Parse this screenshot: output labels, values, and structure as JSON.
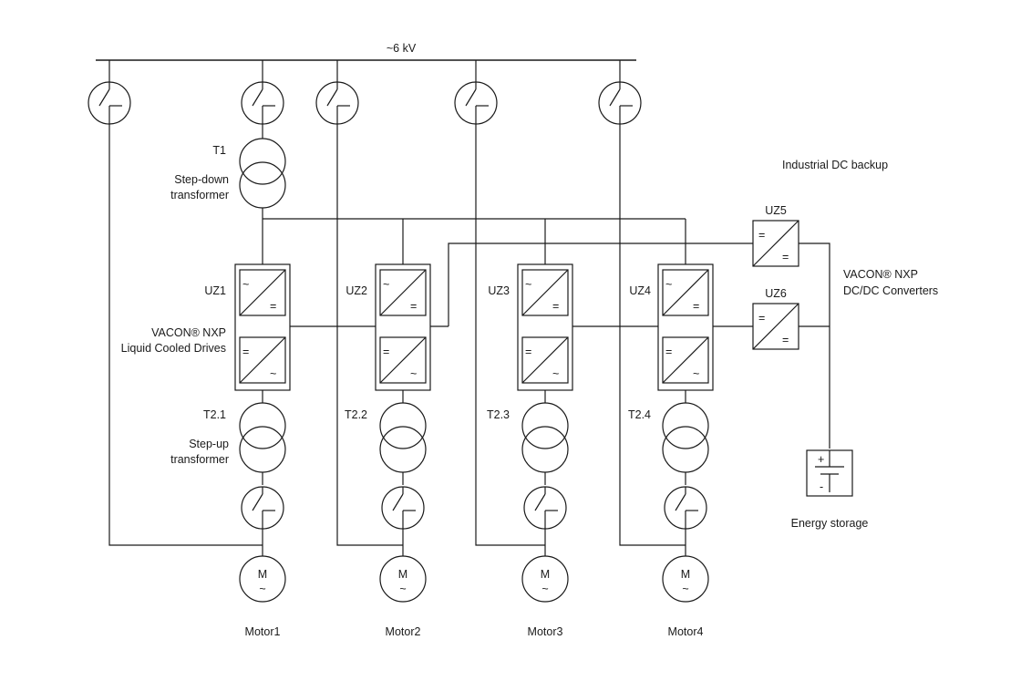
{
  "bus": {
    "label": "~6 kV"
  },
  "transformers": {
    "t1": {
      "id": "T1",
      "desc_line1": "Step-down",
      "desc_line2": "transformer"
    },
    "t2_1": {
      "id": "T2.1",
      "desc_line1": "Step-up",
      "desc_line2": "transformer"
    },
    "t2_2": {
      "id": "T2.2"
    },
    "t2_3": {
      "id": "T2.3"
    },
    "t2_4": {
      "id": "T2.4"
    }
  },
  "drives": {
    "uz1": "UZ1",
    "uz2": "UZ2",
    "uz3": "UZ3",
    "uz4": "UZ4",
    "desc_line1": "VACON® NXP",
    "desc_line2": "Liquid Cooled Drives"
  },
  "dc_backup": {
    "title": "Industrial DC backup",
    "uz5": "UZ5",
    "uz6": "UZ6",
    "desc_line1": "VACON® NXP",
    "desc_line2": "DC/DC Converters",
    "storage_label": "Energy storage"
  },
  "motors": {
    "symbol_top": "M",
    "symbol_bottom": "~",
    "labels": [
      "Motor1",
      "Motor2",
      "Motor3",
      "Motor4"
    ]
  },
  "symbols": {
    "ac": "~",
    "dc": "=",
    "plus": "+",
    "minus": "-"
  }
}
